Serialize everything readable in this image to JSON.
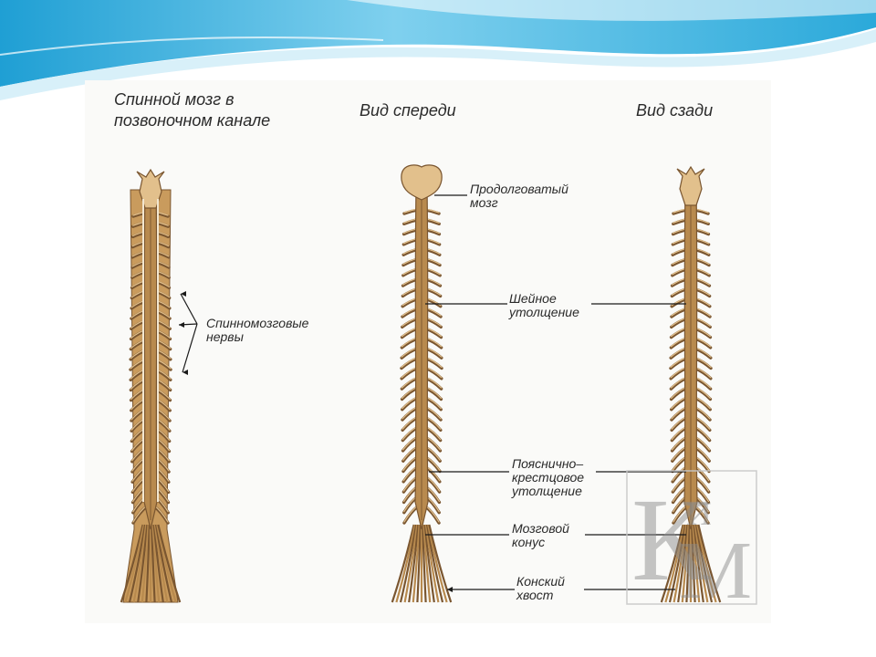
{
  "headings": {
    "canal": "Спинной мозг в\nпозвоночном канале",
    "front": "Вид спереди",
    "back": "Вид сзади"
  },
  "labels": {
    "nerves": "Спинномозговые\nнервы",
    "medulla": "Продолговатый\nмозг",
    "cervical": "Шейное\nутолщение",
    "lumbosacral": "Пояснично–\nкрестцовое\nутолщение",
    "conus": "Мозговой\nконус",
    "cauda": "Конский\nхвост"
  },
  "watermark_text": "КиМ",
  "colors": {
    "cord": "#b88a4e",
    "cord_dark": "#7a5630",
    "cord_light": "#e2c08c",
    "header_blue": "#2aa7d8",
    "header_light": "#b9e4f4",
    "line": "#1a1a1a"
  }
}
